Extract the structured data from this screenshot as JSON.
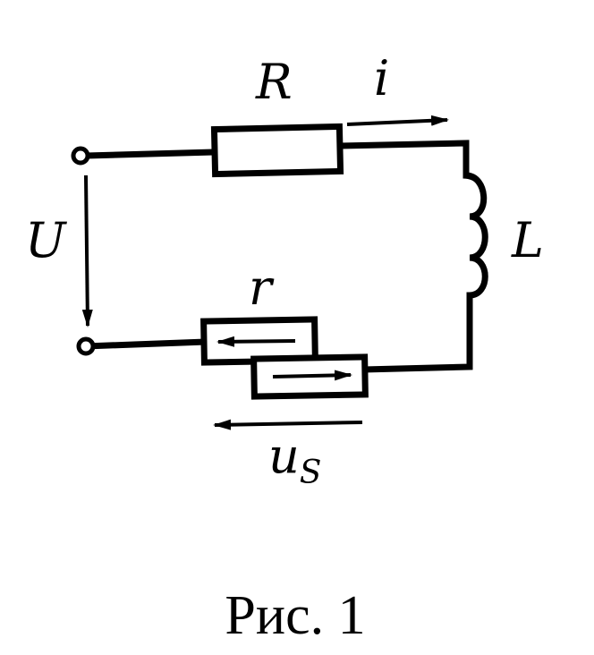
{
  "labels": {
    "resistor": "R",
    "current": "i",
    "voltage": "U",
    "inductor": "L",
    "shunt": "r",
    "shunt_voltage": "u",
    "shunt_voltage_sub": "S"
  },
  "caption": "Рис. 1"
}
